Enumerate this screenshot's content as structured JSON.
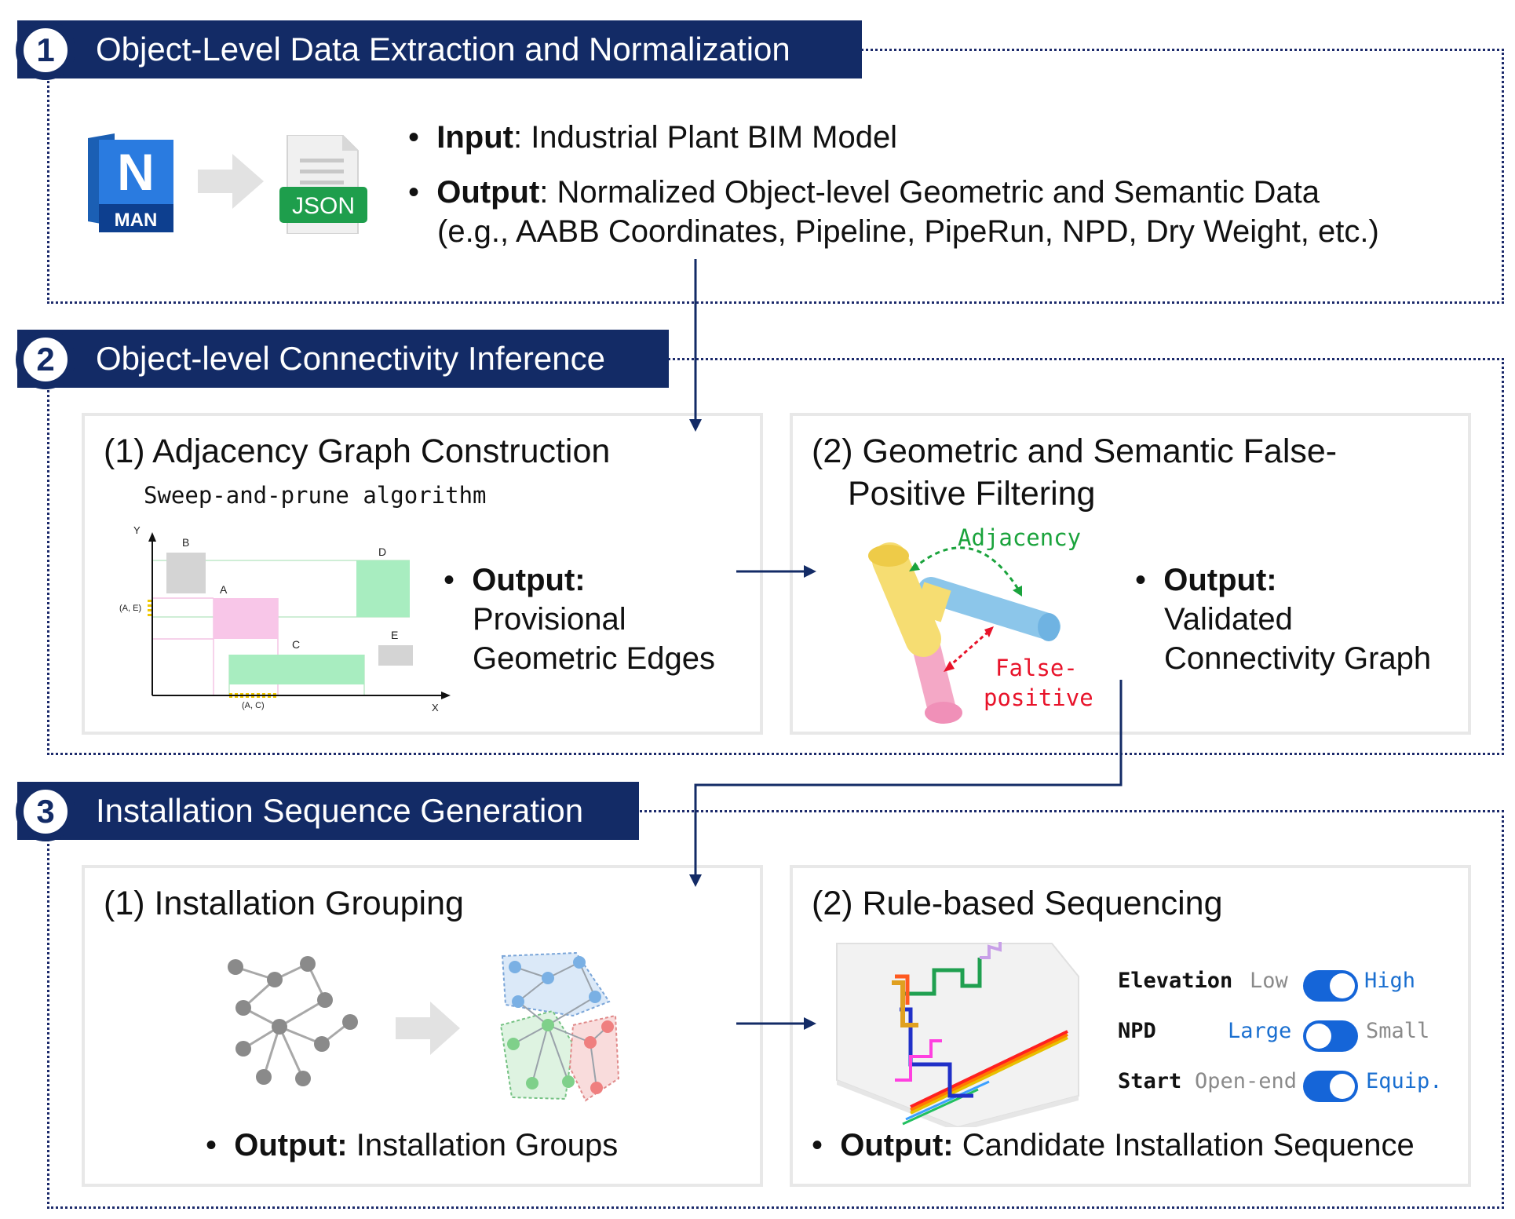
{
  "stage1": {
    "number": "1",
    "title": "Object-Level Data Extraction and Normalization",
    "icon_man_letter": "N",
    "icon_man_label": "MAN",
    "icon_json_label": "JSON",
    "input_label": "Input",
    "input_text": ": Industrial Plant BIM Model",
    "output_label": "Output",
    "output_text": ": Normalized Object-level Geometric and Semantic Data",
    "output_text2": "(e.g., AABB Coordinates, Pipeline, PipeRun, NPD, Dry Weight, etc.)"
  },
  "stage2": {
    "number": "2",
    "title": "Object-level Connectivity Inference",
    "panel1": {
      "title": "(1) Adjacency Graph Construction",
      "subtitle": "Sweep-and-prune algorithm",
      "axis_y": "Y",
      "axis_x": "X",
      "box_labels": [
        "A",
        "B",
        "C",
        "D",
        "E"
      ],
      "overlap_y_label": "(A, E)",
      "overlap_x_label": "(A, C)",
      "output_label": "Output:",
      "output_line1": "Provisional",
      "output_line2": "Geometric Edges"
    },
    "panel2": {
      "title_line1": "(2) Geometric and Semantic False-",
      "title_line2": "Positive Filtering",
      "adjacency_label": "Adjacency",
      "fp_line1": "False-",
      "fp_line2": "positive",
      "output_label": "Output:",
      "output_line1": "Validated",
      "output_line2": "Connectivity Graph"
    }
  },
  "stage3": {
    "number": "3",
    "title": "Installation Sequence Generation",
    "panel1": {
      "title": "(1) Installation Grouping",
      "output_label": "Output:",
      "output_text": " Installation Groups"
    },
    "panel2": {
      "title": "(2) Rule-based Sequencing",
      "rules": [
        {
          "name": "Elevation",
          "left": "Low",
          "right": "High",
          "active": "right"
        },
        {
          "name": "NPD",
          "left": "Large",
          "right": "Small",
          "active": "left"
        },
        {
          "name": "Start",
          "left": "Open-end",
          "right": "Equip.",
          "active": "right"
        }
      ],
      "output_label": "Output:",
      "output_text": " Candidate Installation Sequence"
    }
  },
  "colors": {
    "navy": "#132b66",
    "toggle_blue": "#1565d8",
    "adjacency_green": "#1aa33c",
    "false_positive_red": "#e8132a",
    "highlight_blue": "#1a6fd0"
  }
}
